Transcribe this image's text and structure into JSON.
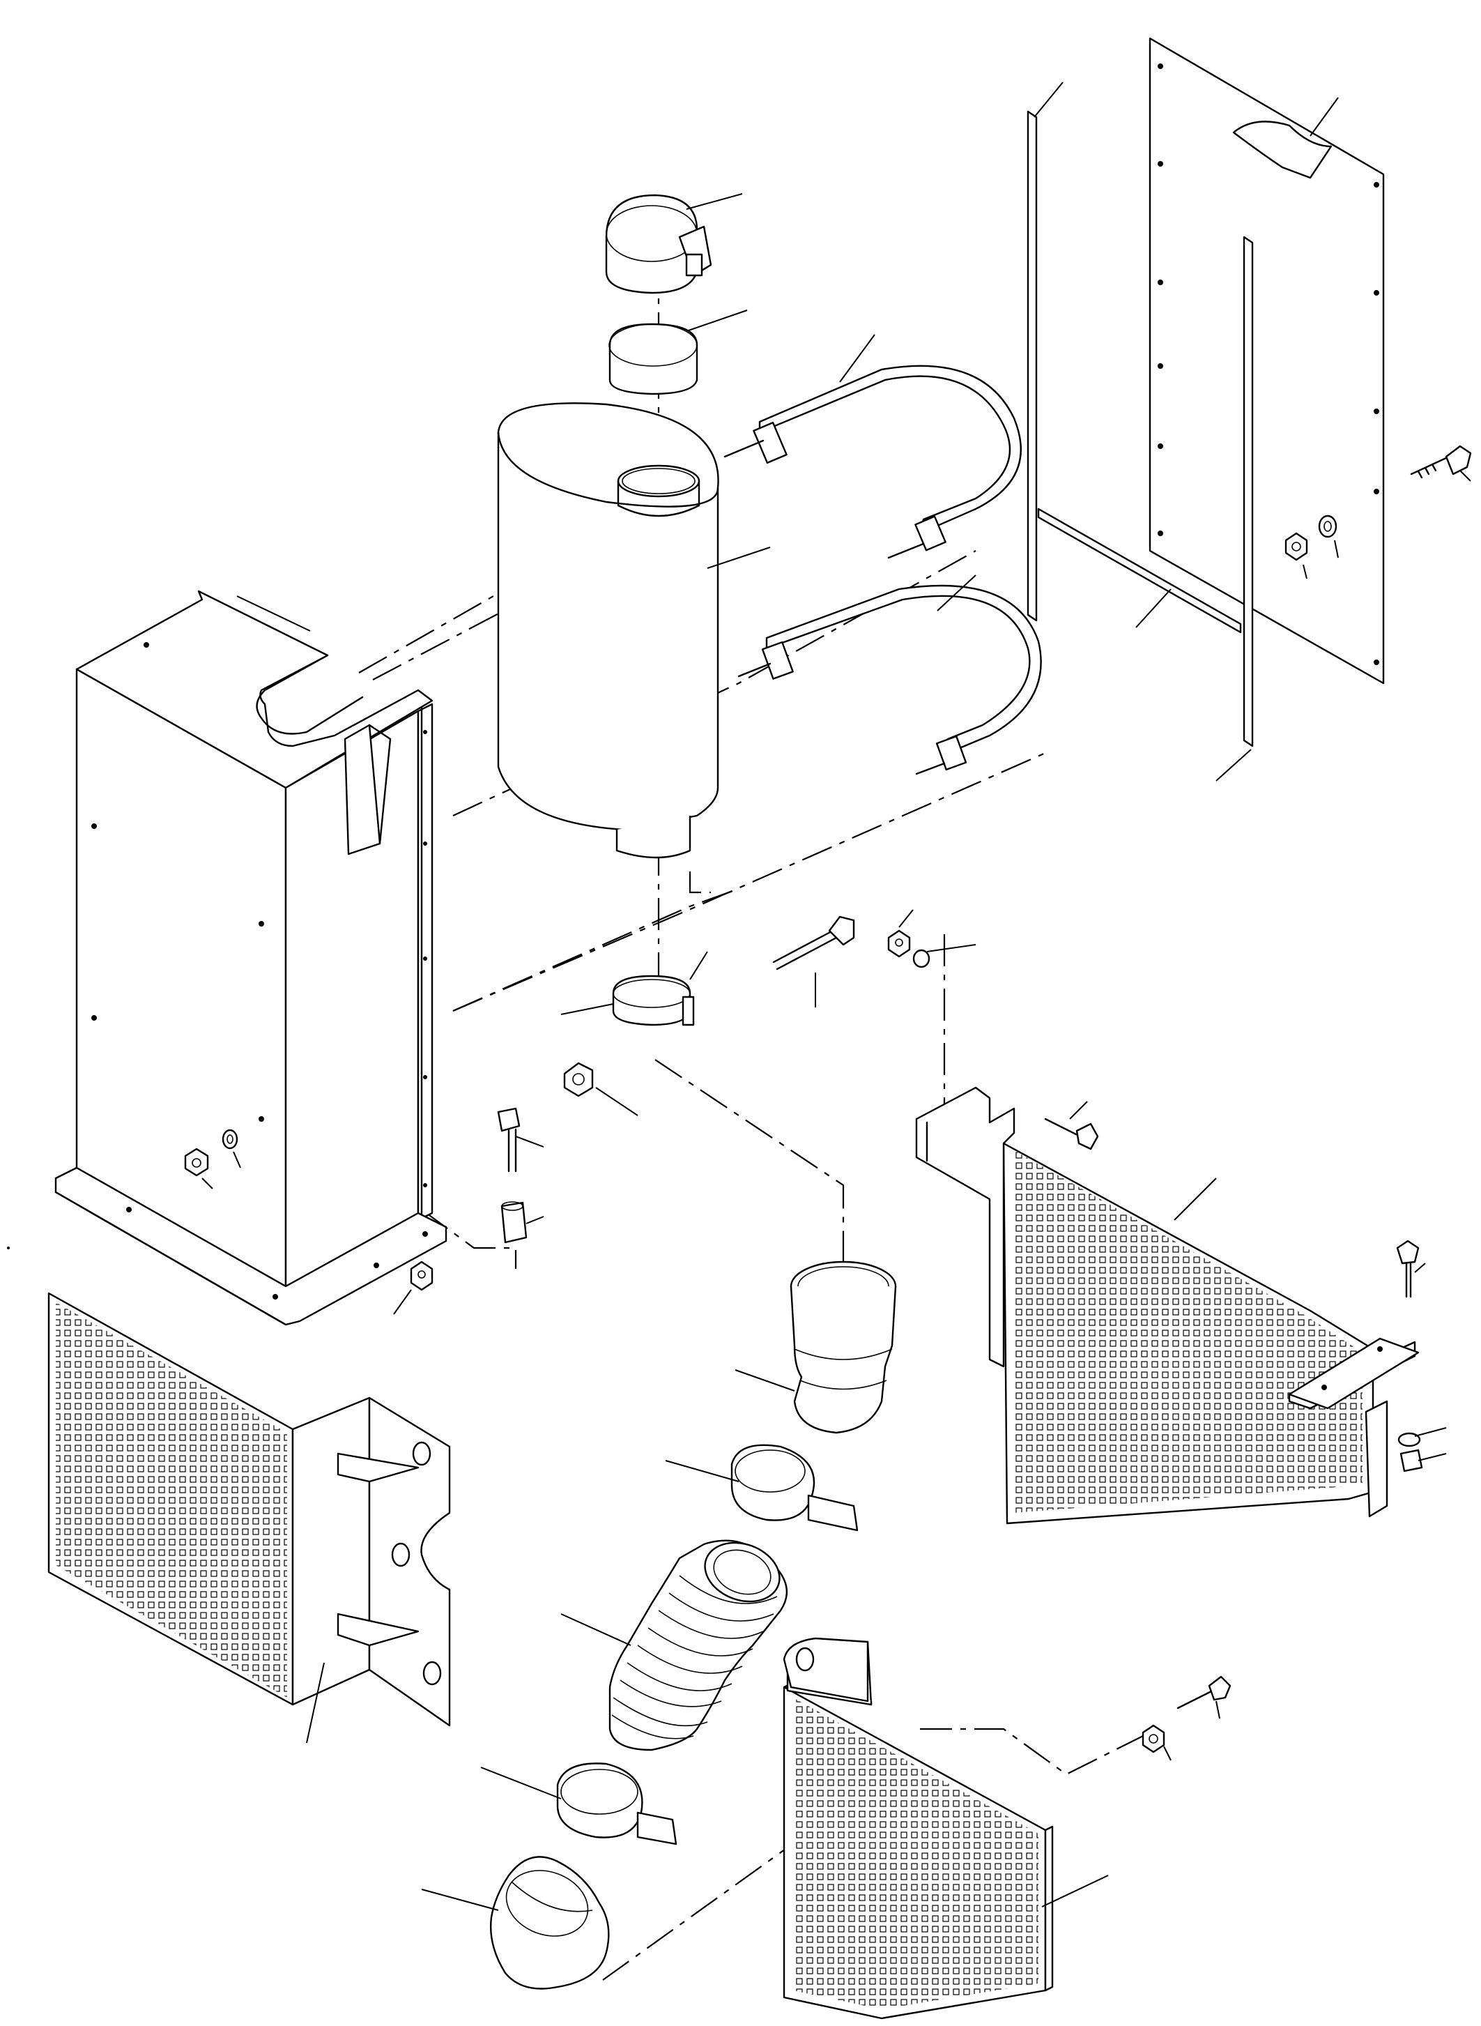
{
  "diagram": {
    "kind": "exploded-view parts drawing",
    "labels": [],
    "parts": [
      "rain-cap",
      "cap-ring",
      "muffler",
      "u-bolt-upper",
      "u-bolt-lower",
      "side-panel",
      "rear-cover-plate",
      "vertical-strip",
      "horizontal-strip",
      "mounting-bolt",
      "nut",
      "washer",
      "exhaust-clamp",
      "spacer",
      "flex-adapter",
      "band-clamp-upper",
      "flex-bellows",
      "band-clamp-lower",
      "elbow-pipe",
      "perforated-guard-left",
      "perforated-guard-right",
      "perforated-guard-bottom",
      "mounting-bracket"
    ]
  }
}
